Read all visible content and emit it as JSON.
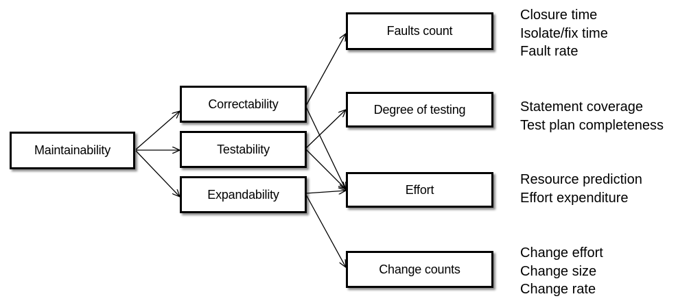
{
  "nodes": {
    "maintainability": "Maintainability",
    "correctability": "Correctability",
    "testability": "Testability",
    "expandability": "Expandability",
    "faults_count": "Faults count",
    "degree_of_testing": "Degree of testing",
    "effort": "Effort",
    "change_counts": "Change counts"
  },
  "metrics": {
    "faults_count": [
      "Closure time",
      "Isolate/fix time",
      "Fault rate"
    ],
    "degree_of_testing": [
      "Statement coverage",
      "Test plan completeness"
    ],
    "effort": [
      "Resource prediction",
      "Effort expenditure"
    ],
    "change_counts": [
      "Change effort",
      "Change size",
      "Change rate"
    ]
  },
  "edges": [
    {
      "from": "maintainability",
      "to": "correctability"
    },
    {
      "from": "maintainability",
      "to": "testability"
    },
    {
      "from": "maintainability",
      "to": "expandability"
    },
    {
      "from": "correctability",
      "to": "faults_count"
    },
    {
      "from": "correctability",
      "to": "effort"
    },
    {
      "from": "testability",
      "to": "degree_of_testing"
    },
    {
      "from": "testability",
      "to": "effort"
    },
    {
      "from": "expandability",
      "to": "effort"
    },
    {
      "from": "expandability",
      "to": "change_counts"
    }
  ]
}
